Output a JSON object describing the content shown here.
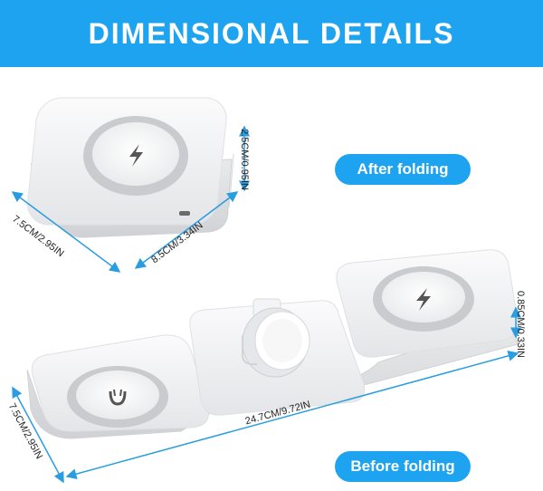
{
  "title": "DIMENSIONAL DETAILS",
  "after_label": "After folding",
  "before_label": "Before folding",
  "dimensions": {
    "folded_height": "2.5CM/0.95IN",
    "folded_width": "7.5CM/2.95IN",
    "folded_depth": "8.5CM/3.34IN",
    "unfolded_height": "0.85CM/0.33IN",
    "unfolded_width": "7.5CM/2.95IN",
    "unfolded_length": "24.7CM/9.72IN"
  },
  "colors": {
    "accent": "#1ea3f0",
    "arrow": "#2a9de0",
    "device": "#f2f2f4"
  },
  "icons": [
    "lightning-icon",
    "lightning-icon",
    "magnet-icon"
  ]
}
